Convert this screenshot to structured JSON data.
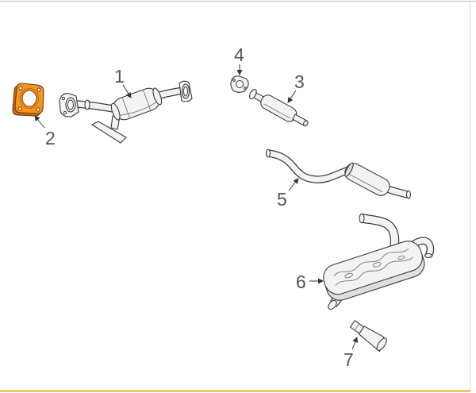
{
  "diagram": {
    "callouts": [
      {
        "label": "1"
      },
      {
        "label": "2"
      },
      {
        "label": "3"
      },
      {
        "label": "4"
      },
      {
        "label": "5"
      },
      {
        "label": "6"
      },
      {
        "label": "7"
      }
    ],
    "highlighted_callout": "2"
  },
  "colors": {
    "highlight": "#f7941d",
    "highlight_edge": "#c96d10",
    "outline": "#3a3a3a",
    "part_fill": "#f3f3f3",
    "label": "#555555",
    "frame_bottom": "#f0a830"
  }
}
